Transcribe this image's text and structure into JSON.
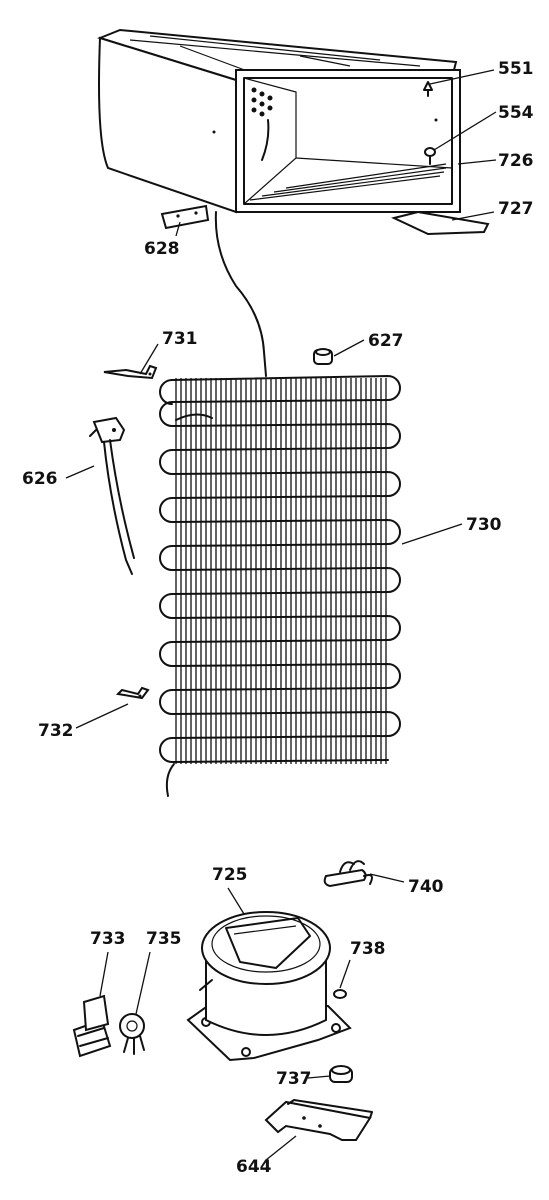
{
  "labels": {
    "p551": "551",
    "p554": "554",
    "p726": "726",
    "p727": "727",
    "p628": "628",
    "p731": "731",
    "p627": "627",
    "p626": "626",
    "p730": "730",
    "p732": "732",
    "p725": "725",
    "p740": "740",
    "p733": "733",
    "p735": "735",
    "p738": "738",
    "p737": "737",
    "p644": "644"
  }
}
